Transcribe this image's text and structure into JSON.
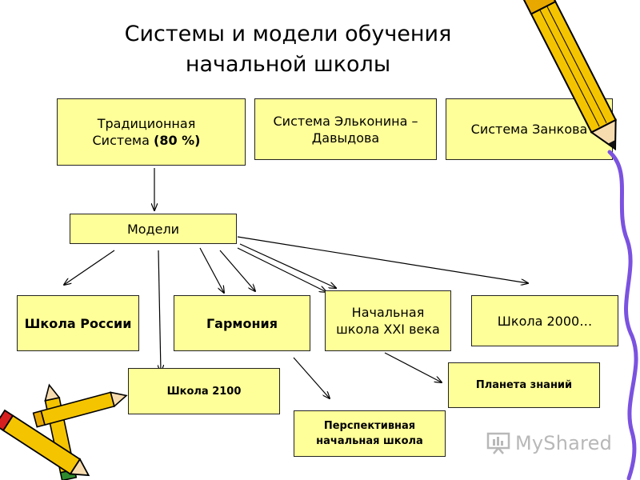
{
  "slide": {
    "title_line1": "Системы и модели обучения",
    "title_line2": "начальной школы"
  },
  "systems": {
    "traditional_line1": "Традиционная",
    "traditional_line2": "Система",
    "traditional_pct": "(80 %)",
    "elkonin_line1": "Система Эльконина –",
    "elkonin_line2": "Давыдова",
    "zankov": "Система Занкова"
  },
  "models": {
    "label": "Модели",
    "items": [
      "Школа России",
      "Гармония",
      "Начальная школа XXI века",
      "Школа 2000…",
      "Школа 2100",
      "Перспективная начальная школа",
      "Планета знаний"
    ]
  },
  "watermark": {
    "text": "MyShared",
    "icon": "presentation-board-icon"
  },
  "decor": {
    "icons": [
      "pencil-icon",
      "pencil-icon",
      "pencil-icon",
      "pencil-icon"
    ]
  },
  "colors": {
    "box_fill": "#ffff99",
    "box_border": "#222222",
    "pencil_yellow": "#f5c400",
    "pencil_outline": "#000000",
    "swoosh": "#7b52e0"
  }
}
